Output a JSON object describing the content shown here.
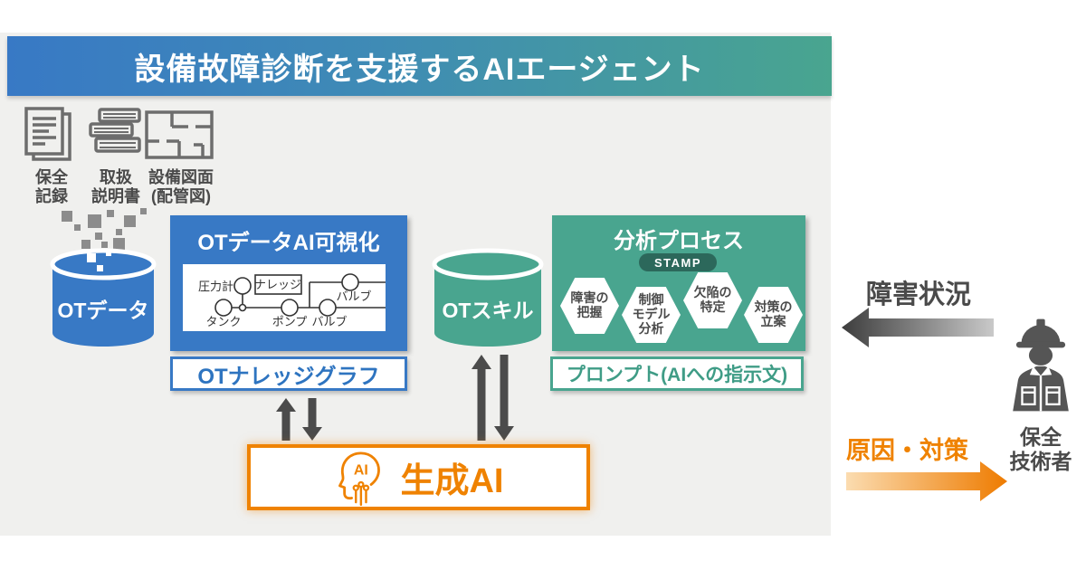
{
  "banner": {
    "title": "設備故障診断を支援するAIエージェント"
  },
  "sources": {
    "items": [
      {
        "name": "maintenance-records",
        "label": "保全\n記録"
      },
      {
        "name": "instruction-manual",
        "label": "取扱\n説明書"
      },
      {
        "name": "equipment-drawing",
        "label": "設備図面\n(配管図)"
      }
    ]
  },
  "ot_data": {
    "label": "OTデータ"
  },
  "visualization": {
    "title": "OTデータAI可視化",
    "caption": "OTナレッジグラフ",
    "graph": {
      "pressure_gauge": "圧力計",
      "knowledge": "ナレッジ",
      "valve_top": "バルブ",
      "tank": "タンク",
      "pump": "ポンプ",
      "valve_bottom": "バルブ"
    }
  },
  "ot_skill": {
    "label": "OTスキル"
  },
  "analysis": {
    "title": "分析プロセス",
    "badge": "STAMP",
    "steps": [
      "障害の\n把握",
      "制御\nモデル\n分析",
      "欠陥の\n特定",
      "対策の\n立案"
    ],
    "caption": "プロンプト(AIへの指示文)"
  },
  "gen_ai": {
    "label": "生成AI",
    "icon_text": "AI"
  },
  "right_flow": {
    "input_label": "障害状況",
    "output_label": "原因・対策",
    "engineer_label": "保全\n技術者"
  },
  "colors": {
    "blue": "#3879c5",
    "teal": "#49a58f",
    "teal_dark": "#2c685b",
    "orange": "#ef8200",
    "panel_gray": "#f0f0ee",
    "text_dark": "#4a4a4a"
  }
}
